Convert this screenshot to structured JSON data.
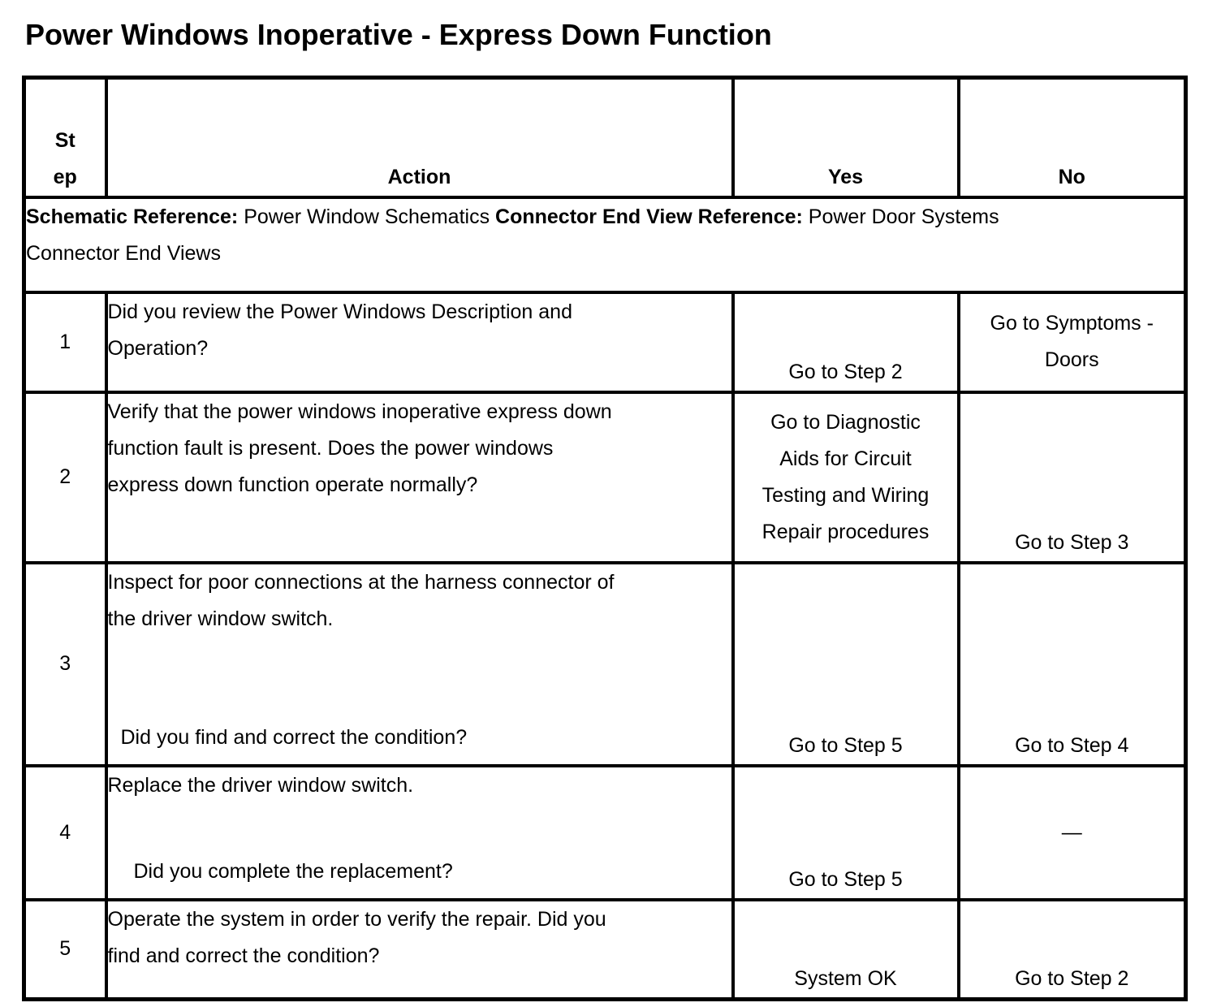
{
  "page": {
    "title": "Power Windows Inoperative - Express Down Function"
  },
  "table": {
    "headers": {
      "step": "St\nep",
      "action": "Action",
      "yes": "Yes",
      "no": "No"
    },
    "reference": {
      "schematic_label": "Schematic Reference:",
      "schematic_value": "Power Window Schematics",
      "connector_label": "Connector End View Reference:",
      "connector_value": "Power Door Systems\nConnector End Views"
    },
    "rows": [
      {
        "step": "1",
        "action": "Did you review the Power Windows Description and\nOperation?",
        "yes": "Go to Step 2",
        "no": "Go to Symptoms -\nDoors"
      },
      {
        "step": "2",
        "action": "Verify that the power windows inoperative express down\nfunction fault is present. Does the power windows\nexpress down function operate normally?",
        "yes": "Go to Diagnostic\nAids for Circuit\nTesting and Wiring\nRepair procedures",
        "no": "Go to Step 3"
      },
      {
        "step": "3",
        "action": "Inspect for poor connections at the harness connector of\nthe driver window switch.",
        "question": "Did you find and correct the condition?",
        "yes": "Go to Step 5",
        "no": "Go to Step 4"
      },
      {
        "step": "4",
        "action": "Replace the driver window switch.",
        "question": "Did you complete the replacement?",
        "yes": "Go to Step 5",
        "no": "—"
      },
      {
        "step": "5",
        "action": "Operate the system in order to verify the repair. Did you\nfind and correct the condition?",
        "yes": "System OK",
        "no": "Go to Step 2"
      }
    ]
  }
}
